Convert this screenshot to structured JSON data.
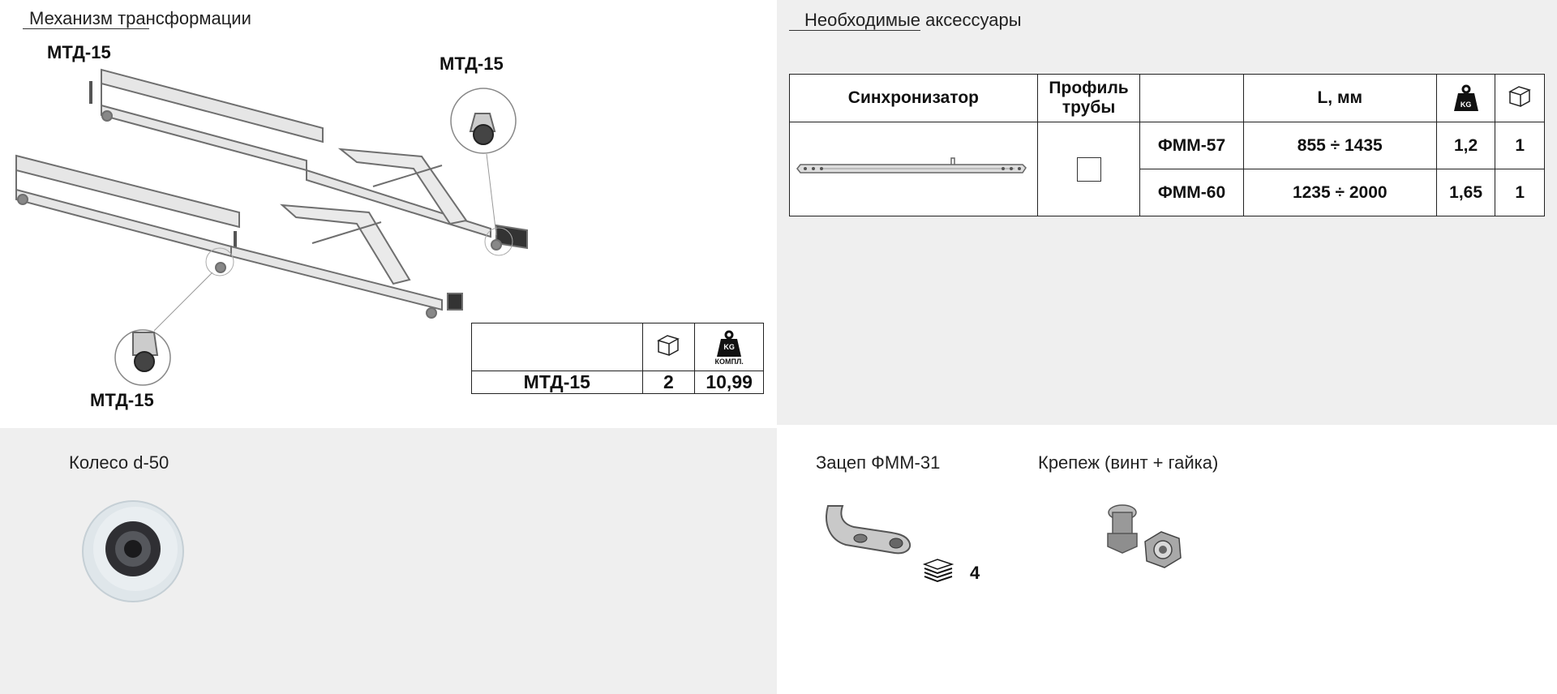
{
  "mechanism": {
    "title": "Механизм трансформации",
    "labels": [
      "МТД-15",
      "МТД-15",
      "МТД-15"
    ],
    "table": {
      "headers": {
        "box": "box-icon",
        "weight": "weight-icon",
        "weight_caption": "КОМПЛ.",
        "weight_mark": "KG"
      },
      "row": {
        "name": "МТД-15",
        "quantity": "2",
        "weight": "10,99"
      }
    }
  },
  "accessories": {
    "title": "Необходимые аксессуары",
    "table": {
      "headers": {
        "synchronizer": "Синхронизатор",
        "profile": "Профиль трубы",
        "model": "",
        "length": "L, мм",
        "weight": "weight-icon",
        "weight_mark": "KG",
        "box": "box-icon"
      },
      "rows": [
        {
          "model": "ФММ-57",
          "length": "855 ÷ 1435",
          "weight": "1,2",
          "quantity": "1"
        },
        {
          "model": "ФММ-60",
          "length": "1235 ÷ 2000",
          "weight": "1,65",
          "quantity": "1"
        }
      ]
    }
  },
  "wheel": {
    "title": "Колесо d-50"
  },
  "hook": {
    "title": "Зацеп ФММ-31",
    "quantity": "4"
  },
  "fastener": {
    "title": "Крепеж (винт + гайка)"
  },
  "colors": {
    "panel_bg": "#efefef",
    "border": "#222222",
    "metal": "#9a9a9a"
  }
}
